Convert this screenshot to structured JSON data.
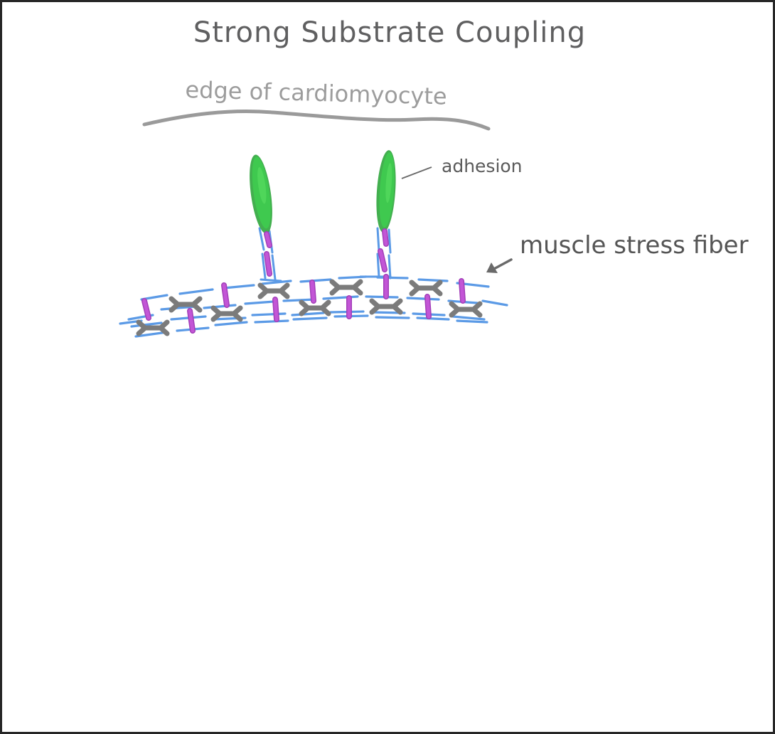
{
  "title": "Strong Substrate Coupling",
  "labels": {
    "edge": "edge of cardiomyocyte",
    "adhesion": "adhesion",
    "fiber": "muscle stress fiber"
  },
  "colors": {
    "actin": "#5b9ae6",
    "myosin": "#7b7b7b",
    "crosslinker": "#c355d6",
    "adhesion": "#3fc94f",
    "text": "#5f5f60",
    "border": "#262626"
  },
  "icons": {
    "adhesion": "green-elongated-blob",
    "crosslinker": "magenta-rod",
    "myosin": "gray-bipolar-filament",
    "pointer": "gray-arrow"
  }
}
